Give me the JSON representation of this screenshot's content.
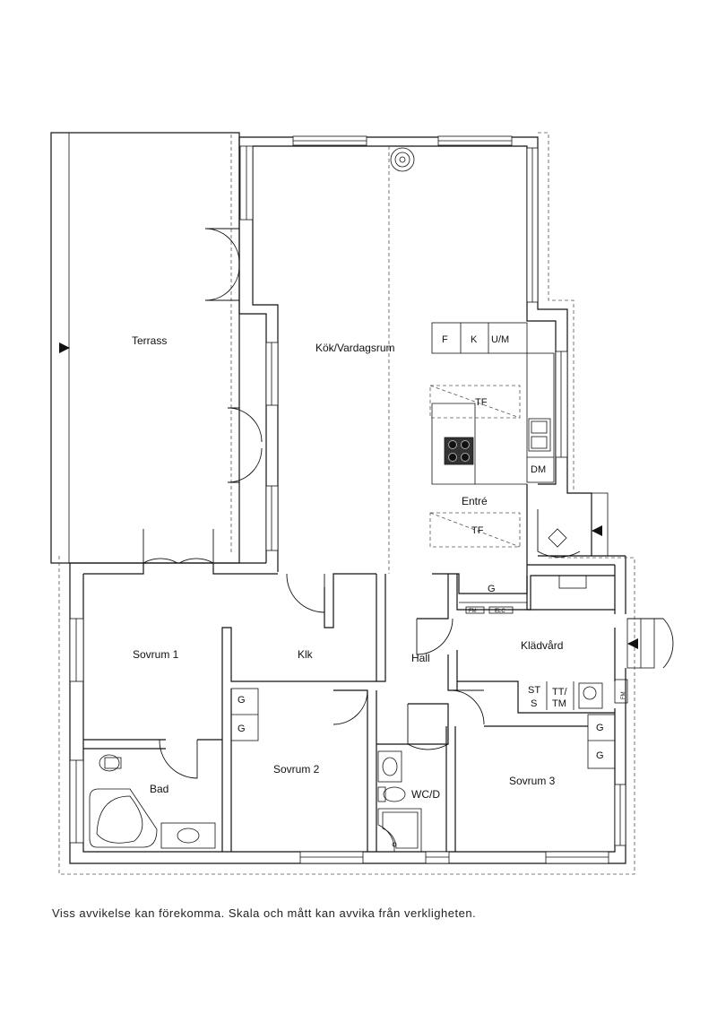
{
  "rooms": {
    "terrass": "Terrass",
    "kok": "Kök/Vardagsrum",
    "entre": "Entré",
    "sovrum1": "Sovrum  1",
    "klk": "Klk",
    "hall": "Hall",
    "kladvard": "Klädvård",
    "bad": "Bad",
    "sovrum2": "Sovrum  2",
    "wcd": "WC/D",
    "sovrum3": "Sovrum  3"
  },
  "fixtures": {
    "f": "F",
    "k": "K",
    "um": "U/M",
    "tf": "TF",
    "dm": "DM",
    "g": "G",
    "fm": "FM",
    "elc": "ELC",
    "st": "ST",
    "s": "S",
    "tt": "TT/",
    "tm": "TM"
  },
  "disclaimer": "Viss  avvikelse  kan  förekomma.  Skala  och  mått  kan  avvika  från  verkligheten."
}
